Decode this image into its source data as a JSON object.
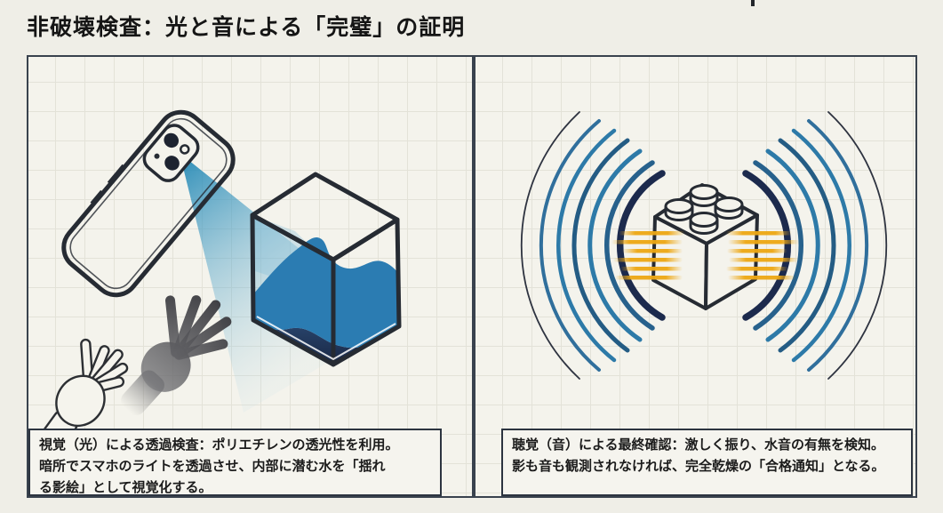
{
  "title": "非破壊検査：光と音による「完璧」の証明",
  "panels": {
    "left": {
      "name": "視覚（光）検査パネル",
      "illustration": "smartphone-light-beam-through-translucent-cube-with-hand-shadow",
      "caption": {
        "line1": "視覚（光）による透過検査：ポリエチレンの透光性を利用。",
        "line2": "暗所でスマホのライトを透過させ、内部に潜む水を「揺れ",
        "line3": "る影絵」として視覚化する。"
      }
    },
    "right": {
      "name": "聴覚（音）検査パネル",
      "illustration": "shaken-brick-with-sound-waves",
      "caption": {
        "line1": "聴覚（音）による最終確認：激しく振り、水音の有無を検知。",
        "line2": "影も音も観測されなければ、完全乾燥の「合格通知」となる。"
      }
    }
  },
  "colors": {
    "paper": "#efeee7",
    "panel_bg": "#f4f3ec",
    "grid_line": "#e3e2d8",
    "panel_border": "#39424e",
    "ink_outline": "#262b33",
    "beam_blue": "#1983b2",
    "water_light_blue": "#2b7cb2",
    "water_dark_navy": "#1b2947",
    "sound_arc_blue": "#2d7aa8",
    "sound_arc_navy": "#1c2a4d",
    "vibration_orange": "#eda713",
    "shadow_gray": "#4a4a4e"
  }
}
